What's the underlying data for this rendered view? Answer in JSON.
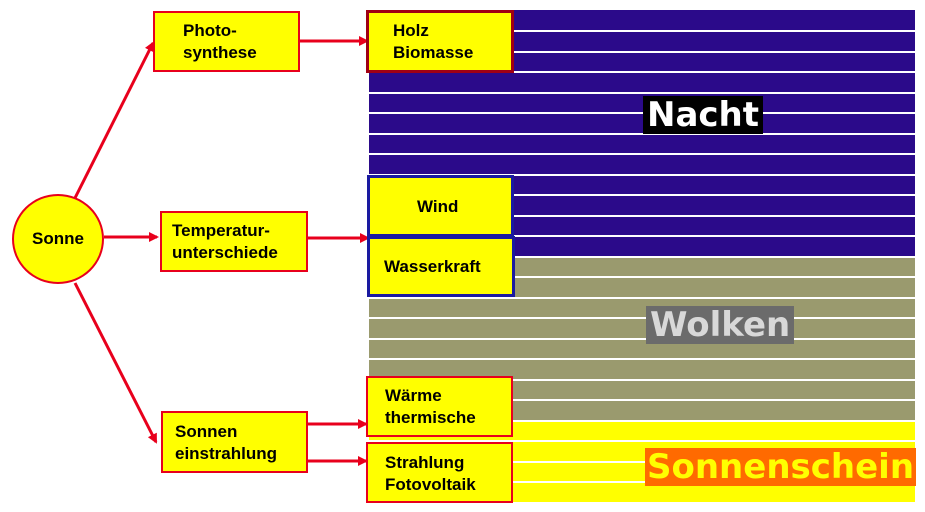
{
  "colors": {
    "night": "#2b0a8a",
    "clouds": "#9a9a6e",
    "sunshine": "#ffff00",
    "arrow": "#e8001c",
    "box_fill": "#ffff00"
  },
  "sun": {
    "label": "Sonne"
  },
  "sources": {
    "photo": "Photo-\nsynthese",
    "temp": "Temperatur-\nunterschiede",
    "radiation": "Sonnen\neinstrahlung"
  },
  "targets": {
    "biomass": "Holz\nBiomasse",
    "wind": "Wind",
    "hydro": "Wasserkraft",
    "thermal": "Wärme\nthermische",
    "pv": "Strahlung\nFotovoltaik"
  },
  "zones": {
    "night": "Nacht",
    "clouds": "Wolken",
    "sunshine": "Sonnenschein"
  }
}
